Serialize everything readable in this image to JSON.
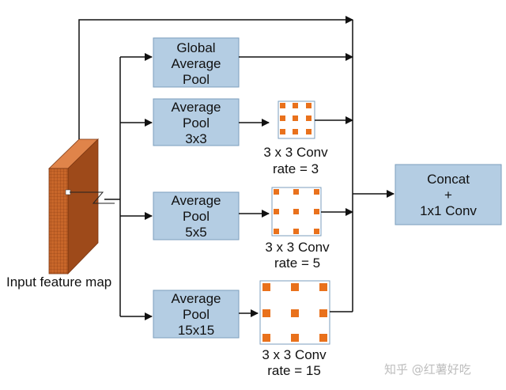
{
  "diagram": {
    "input_label": "Input feature map",
    "boxes": {
      "global_pool": [
        "Global",
        "Average",
        "Pool"
      ],
      "pool_3": [
        "Average",
        "Pool",
        "3x3"
      ],
      "pool_5": [
        "Average",
        "Pool",
        "5x5"
      ],
      "pool_15": [
        "Average",
        "Pool",
        "15x15"
      ],
      "concat": [
        "Concat",
        "+",
        "1x1 Conv"
      ]
    },
    "conv_labels": {
      "rate3": [
        "3 x 3 Conv",
        "rate = 3"
      ],
      "rate5": [
        "3 x 3 Conv",
        "rate = 5"
      ],
      "rate15": [
        "3 x 3 Conv",
        "rate = 15"
      ]
    },
    "watermark": "知乎 @红薯好吃"
  },
  "colors": {
    "box_fill": "#b4cde3",
    "box_stroke": "#7b9ebd",
    "kernel_orange": "#e9711c",
    "feature_map": "#c8662a",
    "line": "#111111"
  }
}
